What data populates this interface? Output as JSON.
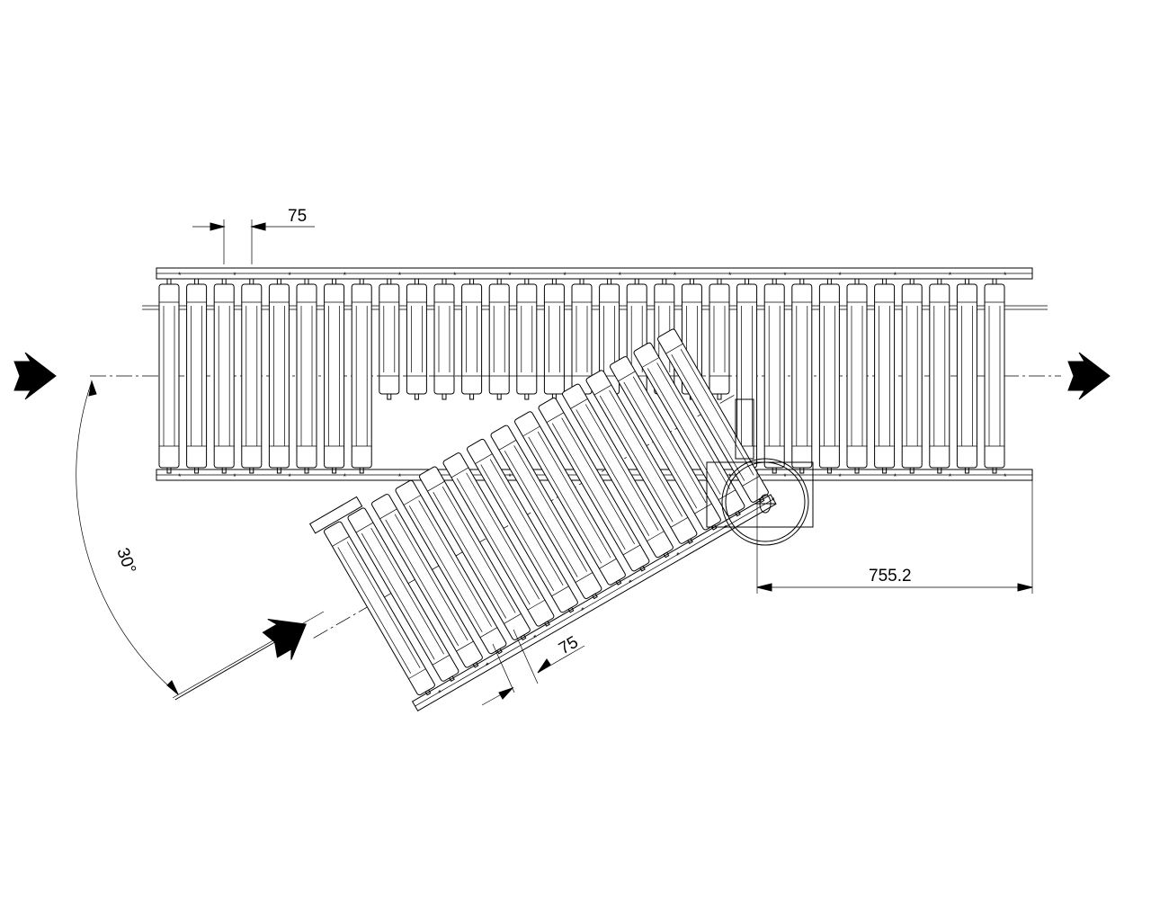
{
  "dimensions": {
    "roller_pitch_top": "75",
    "roller_pitch_branch": "75",
    "offset_length": "755.2",
    "merge_angle": "30°"
  },
  "icons": {
    "inlet_arrow": "flow-direction-arrow-icon",
    "outlet_arrow": "flow-direction-arrow-icon",
    "branch_arrow": "flow-direction-arrow-icon"
  },
  "colors": {
    "stroke": "#000000",
    "background": "#ffffff"
  }
}
